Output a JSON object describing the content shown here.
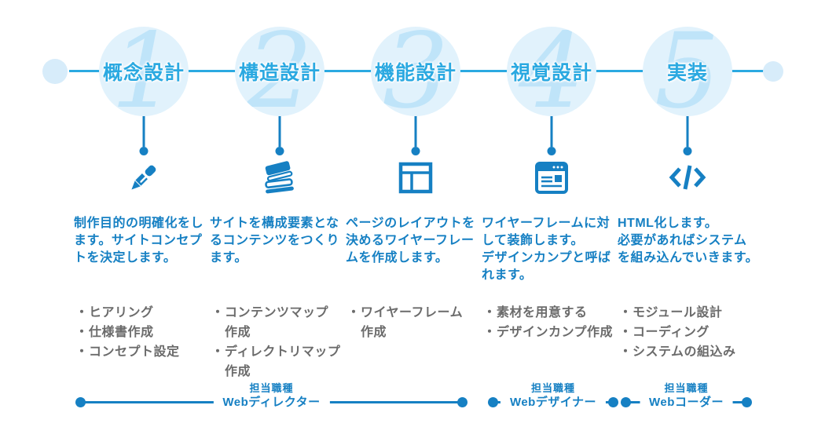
{
  "colors": {
    "flow_blue": "#2ba9e1",
    "dark_blue": "#1680c3",
    "circle_fill": "#e1f2fc",
    "number_blue": "#bfe4f9",
    "terminal_dot": "#d7ecfa",
    "task_gray": "#6b6b6b"
  },
  "bullet": "・",
  "steps": [
    {
      "number": "1",
      "title": "概念設計",
      "icon": "pen-icon",
      "description": "制作目的の明確化をし\nます。サイトコンセプ\nトを決定します。",
      "tasks": [
        "ヒアリング",
        "仕様書作成",
        "コンセプト設定"
      ]
    },
    {
      "number": "2",
      "title": "構造設計",
      "icon": "books-icon",
      "description": "サイトを構成要素とな\nるコンテンツをつくり\nます。",
      "tasks": [
        "コンテンツマップ\n作成",
        "ディレクトリマップ\n作成"
      ]
    },
    {
      "number": "3",
      "title": "機能設計",
      "icon": "wireframe-icon",
      "description": "ページのレイアウトを\n決めるワイヤーフレー\nムを作成します。",
      "tasks": [
        "ワイヤーフレーム\n作成"
      ]
    },
    {
      "number": "4",
      "title": "視覚設計",
      "icon": "design-comp-icon",
      "description": "ワイヤーフレームに対\nして装飾します。\nデザインカンプと呼ば\nれます。",
      "tasks": [
        "素材を用意する",
        "デザインカンプ作成"
      ]
    },
    {
      "number": "5",
      "title": "実装",
      "icon": "code-icon",
      "description": "HTML化します。\n必要があればシステム\nを組み込んでいきます。",
      "tasks": [
        "モジュール設計",
        "コーディング",
        "システムの組込み"
      ]
    }
  ],
  "roles": [
    {
      "label": "担当職種",
      "name": "Webディレクター"
    },
    {
      "label": "担当職種",
      "name": "Webデザイナー"
    },
    {
      "label": "担当職種",
      "name": "Webコーダー"
    }
  ]
}
